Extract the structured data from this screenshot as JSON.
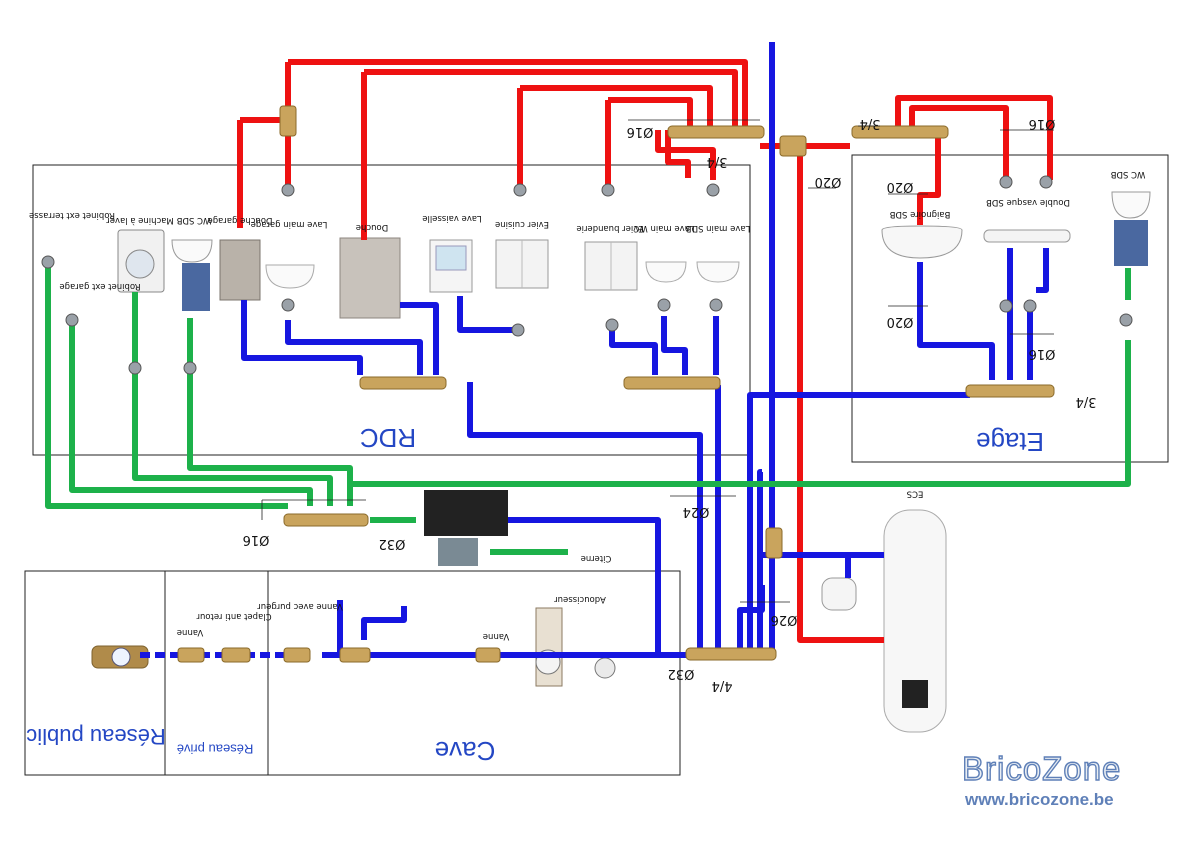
{
  "zones": {
    "rdc": "RDC",
    "etage": "Etage",
    "cave": "Cave",
    "reseau_prive": "Réseau privé",
    "reseau_public": "Réseau public",
    "ecs": "ECS"
  },
  "fixtures": {
    "robinet_terrasse": "Robinet ext terrasse",
    "machine_laver": "Machine à laver",
    "wc_sdb_rdc": "WC SDB",
    "douche_garage": "Douche garage",
    "lave_main_garage": "Lave main garage",
    "douche": "Douche",
    "lave_vaisselle": "Lave vaisselle",
    "evier_cuisine": "Evier cuisine",
    "evier_buanderie": "Evier buanderie",
    "lave_main_wc": "Lave main WC",
    "lave_main_sdb": "Lave main SDB",
    "robinet_garage": "Robinet ext garage",
    "baignoire_sdb": "Baignoire SDB",
    "double_vasque": "Double vasque SDB",
    "wc_sdb_etage": "WC SDB",
    "citerne": "Citerne",
    "adoucisseur": "Adoucisseur",
    "vanne_cave": "Vanne",
    "vanne_purgeur": "Vanne avec purgeur",
    "clapet": "Clapet anti retour",
    "vanne_prive": "Vanne"
  },
  "dimensions": {
    "d16_top": "Ø16",
    "d34_top": "3/4",
    "d20_mid": "Ø20",
    "d34_etage_top": "3/4",
    "d16_etage_top": "Ø16",
    "d20_etage_hot": "Ø20",
    "d20_etage_cold": "Ø20",
    "d16_etage_cold": "Ø16",
    "d34_etage_bottom": "3/4",
    "d16_green": "Ø16",
    "d32_green": "Ø32",
    "d24": "Ø24",
    "d26": "Ø26",
    "d32_cave": "Ø32",
    "d44": "4/4"
  },
  "colors": {
    "hot": "#ee1111",
    "cold": "#1616e0",
    "rain": "#1db14a",
    "zone_label": "#2447c4"
  },
  "brand": {
    "name": "BricoZone",
    "url": "www.bricozone.be"
  }
}
